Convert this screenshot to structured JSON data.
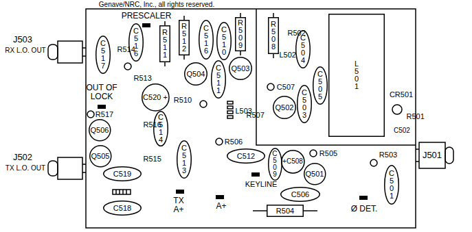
{
  "diagram": {
    "nodes": [
      {
        "text": [
          "C517"
        ]
      },
      {
        "text": [
          "C516"
        ]
      },
      {
        "text": [
          "R511"
        ]
      },
      {
        "text": [
          "R512"
        ]
      },
      {
        "text": [
          "C516"
        ]
      },
      {
        "text": [
          "C510"
        ]
      },
      {
        "text": [
          "R509"
        ]
      },
      {
        "text": [
          "R508"
        ]
      },
      {
        "text": [
          "C504"
        ]
      },
      {
        "text": [
          "L501"
        ]
      },
      {
        "text": [
          "Q504"
        ]
      },
      {
        "text": [
          "C511"
        ]
      },
      {
        "text": [
          "Q503"
        ]
      },
      {
        "text": [
          "C505"
        ]
      },
      {
        "text": [
          "C520 +"
        ]
      },
      {
        "text": [
          "C503"
        ]
      },
      {
        "text": [
          "Q502"
        ]
      },
      {
        "text": [
          "Q506"
        ]
      },
      {
        "text": [
          "C514"
        ]
      },
      {
        "text": [
          "Q505"
        ]
      },
      {
        "text": [
          "C513"
        ]
      },
      {
        "text": [
          "C512"
        ]
      },
      {
        "text": [
          "C509"
        ]
      },
      {
        "text": [
          "+C508"
        ]
      },
      {
        "text": [
          "Q501"
        ]
      },
      {
        "text": [
          "C501"
        ]
      },
      {
        "text": [
          "C519"
        ]
      },
      {
        "text": [
          "C518"
        ]
      },
      {
        "text": [
          "C506"
        ]
      },
      {
        "text": [
          "R504"
        ]
      }
    ],
    "labels": [
      "Genave/NRC, Inc., all rights reserved.",
      "PRESCALER",
      "R514",
      "J503",
      "RX L.O. OUT",
      "R513",
      "OUT OF LOCK",
      "R517",
      "R516",
      "R510",
      "L503",
      "R507",
      "L502",
      "C507",
      "R502",
      "CR501",
      "R501",
      "C502",
      "R506",
      "R505",
      "R503",
      "J501",
      "J502",
      "TX L.O. OUT",
      "R515",
      "KEYLINE",
      "TX A+",
      "A+",
      "Ø DET."
    ]
  }
}
